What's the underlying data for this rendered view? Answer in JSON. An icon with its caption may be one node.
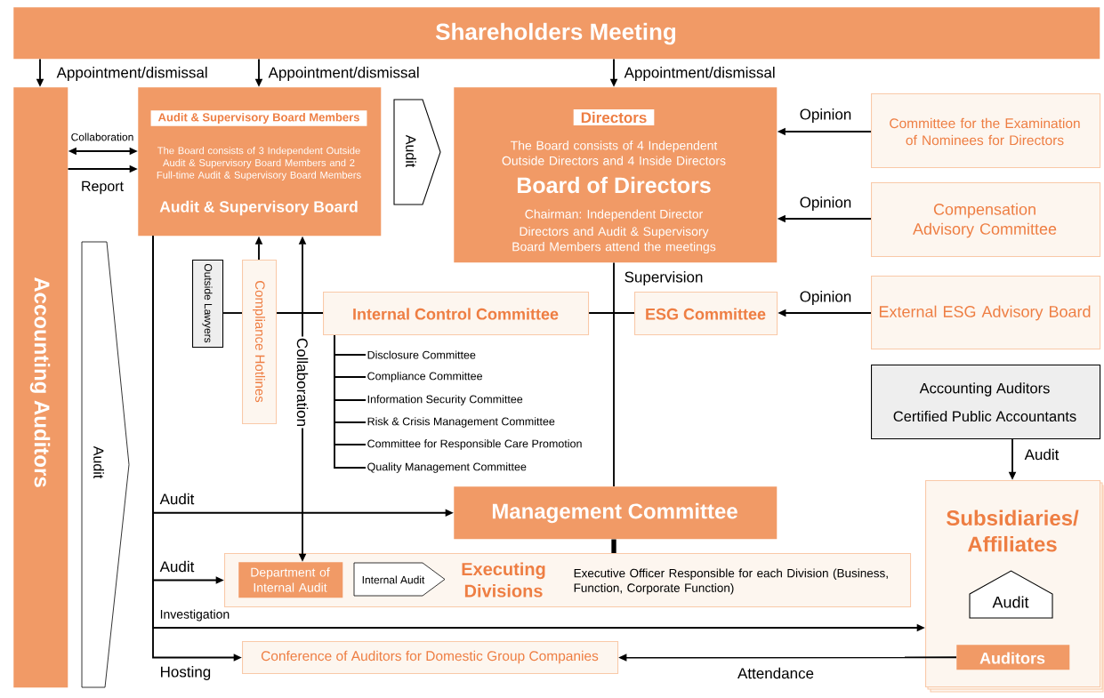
{
  "diagram": {
    "nodes": [
      {
        "text": [
          "Shareholders Meeting"
        ]
      },
      {
        "text": [
          "Accounting Auditors"
        ]
      },
      {
        "text": [
          "Audit & Supervisory Board Members",
          "The Board consists of 3 Independent Outside Audit & Supervisory Board Members and 2 Full-time Audit & Supervisory Board Members",
          "Audit & Supervisory Board"
        ]
      },
      {
        "text": [
          "Directors",
          "The Board consists of 4 Independent Outside Directors and 4 Inside Directors",
          "Board of Directors",
          "Chairman: Independent Director",
          "Directors and Audit & Supervisory Board Members attend the meetings"
        ]
      },
      {
        "text": [
          "Committee for the Examination of Nominees for Directors"
        ]
      },
      {
        "text": [
          "Compensation Advisory Committee"
        ]
      },
      {
        "text": [
          "External ESG Advisory Board"
        ]
      },
      {
        "text": [
          "Audit"
        ]
      },
      {
        "text": [
          "Outside Lawyers"
        ]
      },
      {
        "text": [
          "Compliance Hotlines"
        ]
      },
      {
        "text": [
          "Internal Control Committee"
        ]
      },
      {
        "text": [
          "ESG Committee"
        ]
      },
      {
        "text": [
          "Accounting Auditors",
          "Certified Public Accountants"
        ]
      },
      {
        "text": [
          "Management Committee"
        ]
      },
      {
        "text": [
          "Executing Divisions",
          "Executive Officer Responsible for each Division (Business, Function, Corporate Function)"
        ]
      },
      {
        "text": [
          "Department of Internal Audit"
        ],
        "in": 14
      },
      {
        "text": [
          "Internal Audit"
        ],
        "in": 14
      },
      {
        "text": [
          "Conference of Auditors for Domestic Group Companies"
        ]
      },
      {
        "text": [
          "Subsidiaries/ Affiliates"
        ]
      },
      {
        "text": [
          "Audit"
        ],
        "in": 18
      },
      {
        "text": [
          "Auditors"
        ],
        "in": 18
      },
      {
        "text": [
          "Audit"
        ]
      },
      {
        "text": [
          "Disclosure Committee"
        ]
      },
      {
        "text": [
          "Compliance Committee"
        ]
      },
      {
        "text": [
          "Information Security Committee"
        ]
      },
      {
        "text": [
          "Risk & Crisis Management Committee"
        ]
      },
      {
        "text": [
          "Committee for Responsible Care Promotion"
        ]
      },
      {
        "text": [
          "Quality Management Committee"
        ]
      }
    ],
    "edges": [
      {
        "from": 0,
        "to": 1,
        "arrow": "to",
        "label": "Appointment/dismissal"
      },
      {
        "from": 0,
        "to": 2,
        "arrow": "to",
        "label": "Appointment/dismissal"
      },
      {
        "from": 0,
        "to": 3,
        "arrow": "to",
        "label": "Appointment/dismissal"
      },
      {
        "from": 1,
        "to": 2,
        "arrow": "both",
        "label": "Collaboration"
      },
      {
        "from": 1,
        "to": 2,
        "arrow": "to",
        "label": "Report"
      },
      {
        "from": 4,
        "to": 3,
        "arrow": "to",
        "label": "Opinion"
      },
      {
        "from": 5,
        "to": 3,
        "arrow": "to",
        "label": "Opinion"
      },
      {
        "from": 6,
        "to": 11,
        "arrow": "to",
        "label": "Opinion"
      },
      {
        "from": 3,
        "to": 13,
        "arrow": "none",
        "label": "Supervision"
      },
      {
        "from": 13,
        "to": 14,
        "arrow": "none",
        "style": "thick"
      },
      {
        "from": 8,
        "to": 9,
        "arrow": "none"
      },
      {
        "from": 9,
        "to": 10,
        "arrow": "none"
      },
      {
        "from": 10,
        "to": 11,
        "arrow": "none"
      },
      {
        "from": 9,
        "to": 2,
        "arrow": "to"
      },
      {
        "from": 2,
        "to": 15,
        "arrow": "both",
        "label": "Collaboration"
      },
      {
        "from": 2,
        "to": 13,
        "arrow": "to",
        "label": "Audit"
      },
      {
        "from": 2,
        "to": 14,
        "arrow": "to",
        "label": "Audit"
      },
      {
        "from": 2,
        "to": 18,
        "arrow": "to",
        "label": "Investigation"
      },
      {
        "from": 2,
        "to": 17,
        "arrow": "to",
        "label": "Hosting"
      },
      {
        "from": 12,
        "to": 18,
        "arrow": "to",
        "label": "Audit"
      },
      {
        "from": 20,
        "to": 17,
        "arrow": "to",
        "label": "Attendance"
      },
      {
        "from": 10,
        "to": 22,
        "arrow": "none"
      },
      {
        "from": 10,
        "to": 23,
        "arrow": "none"
      },
      {
        "from": 10,
        "to": 24,
        "arrow": "none"
      },
      {
        "from": 10,
        "to": 25,
        "arrow": "none"
      },
      {
        "from": 10,
        "to": 26,
        "arrow": "none"
      },
      {
        "from": 10,
        "to": 27,
        "arrow": "none"
      }
    ]
  }
}
